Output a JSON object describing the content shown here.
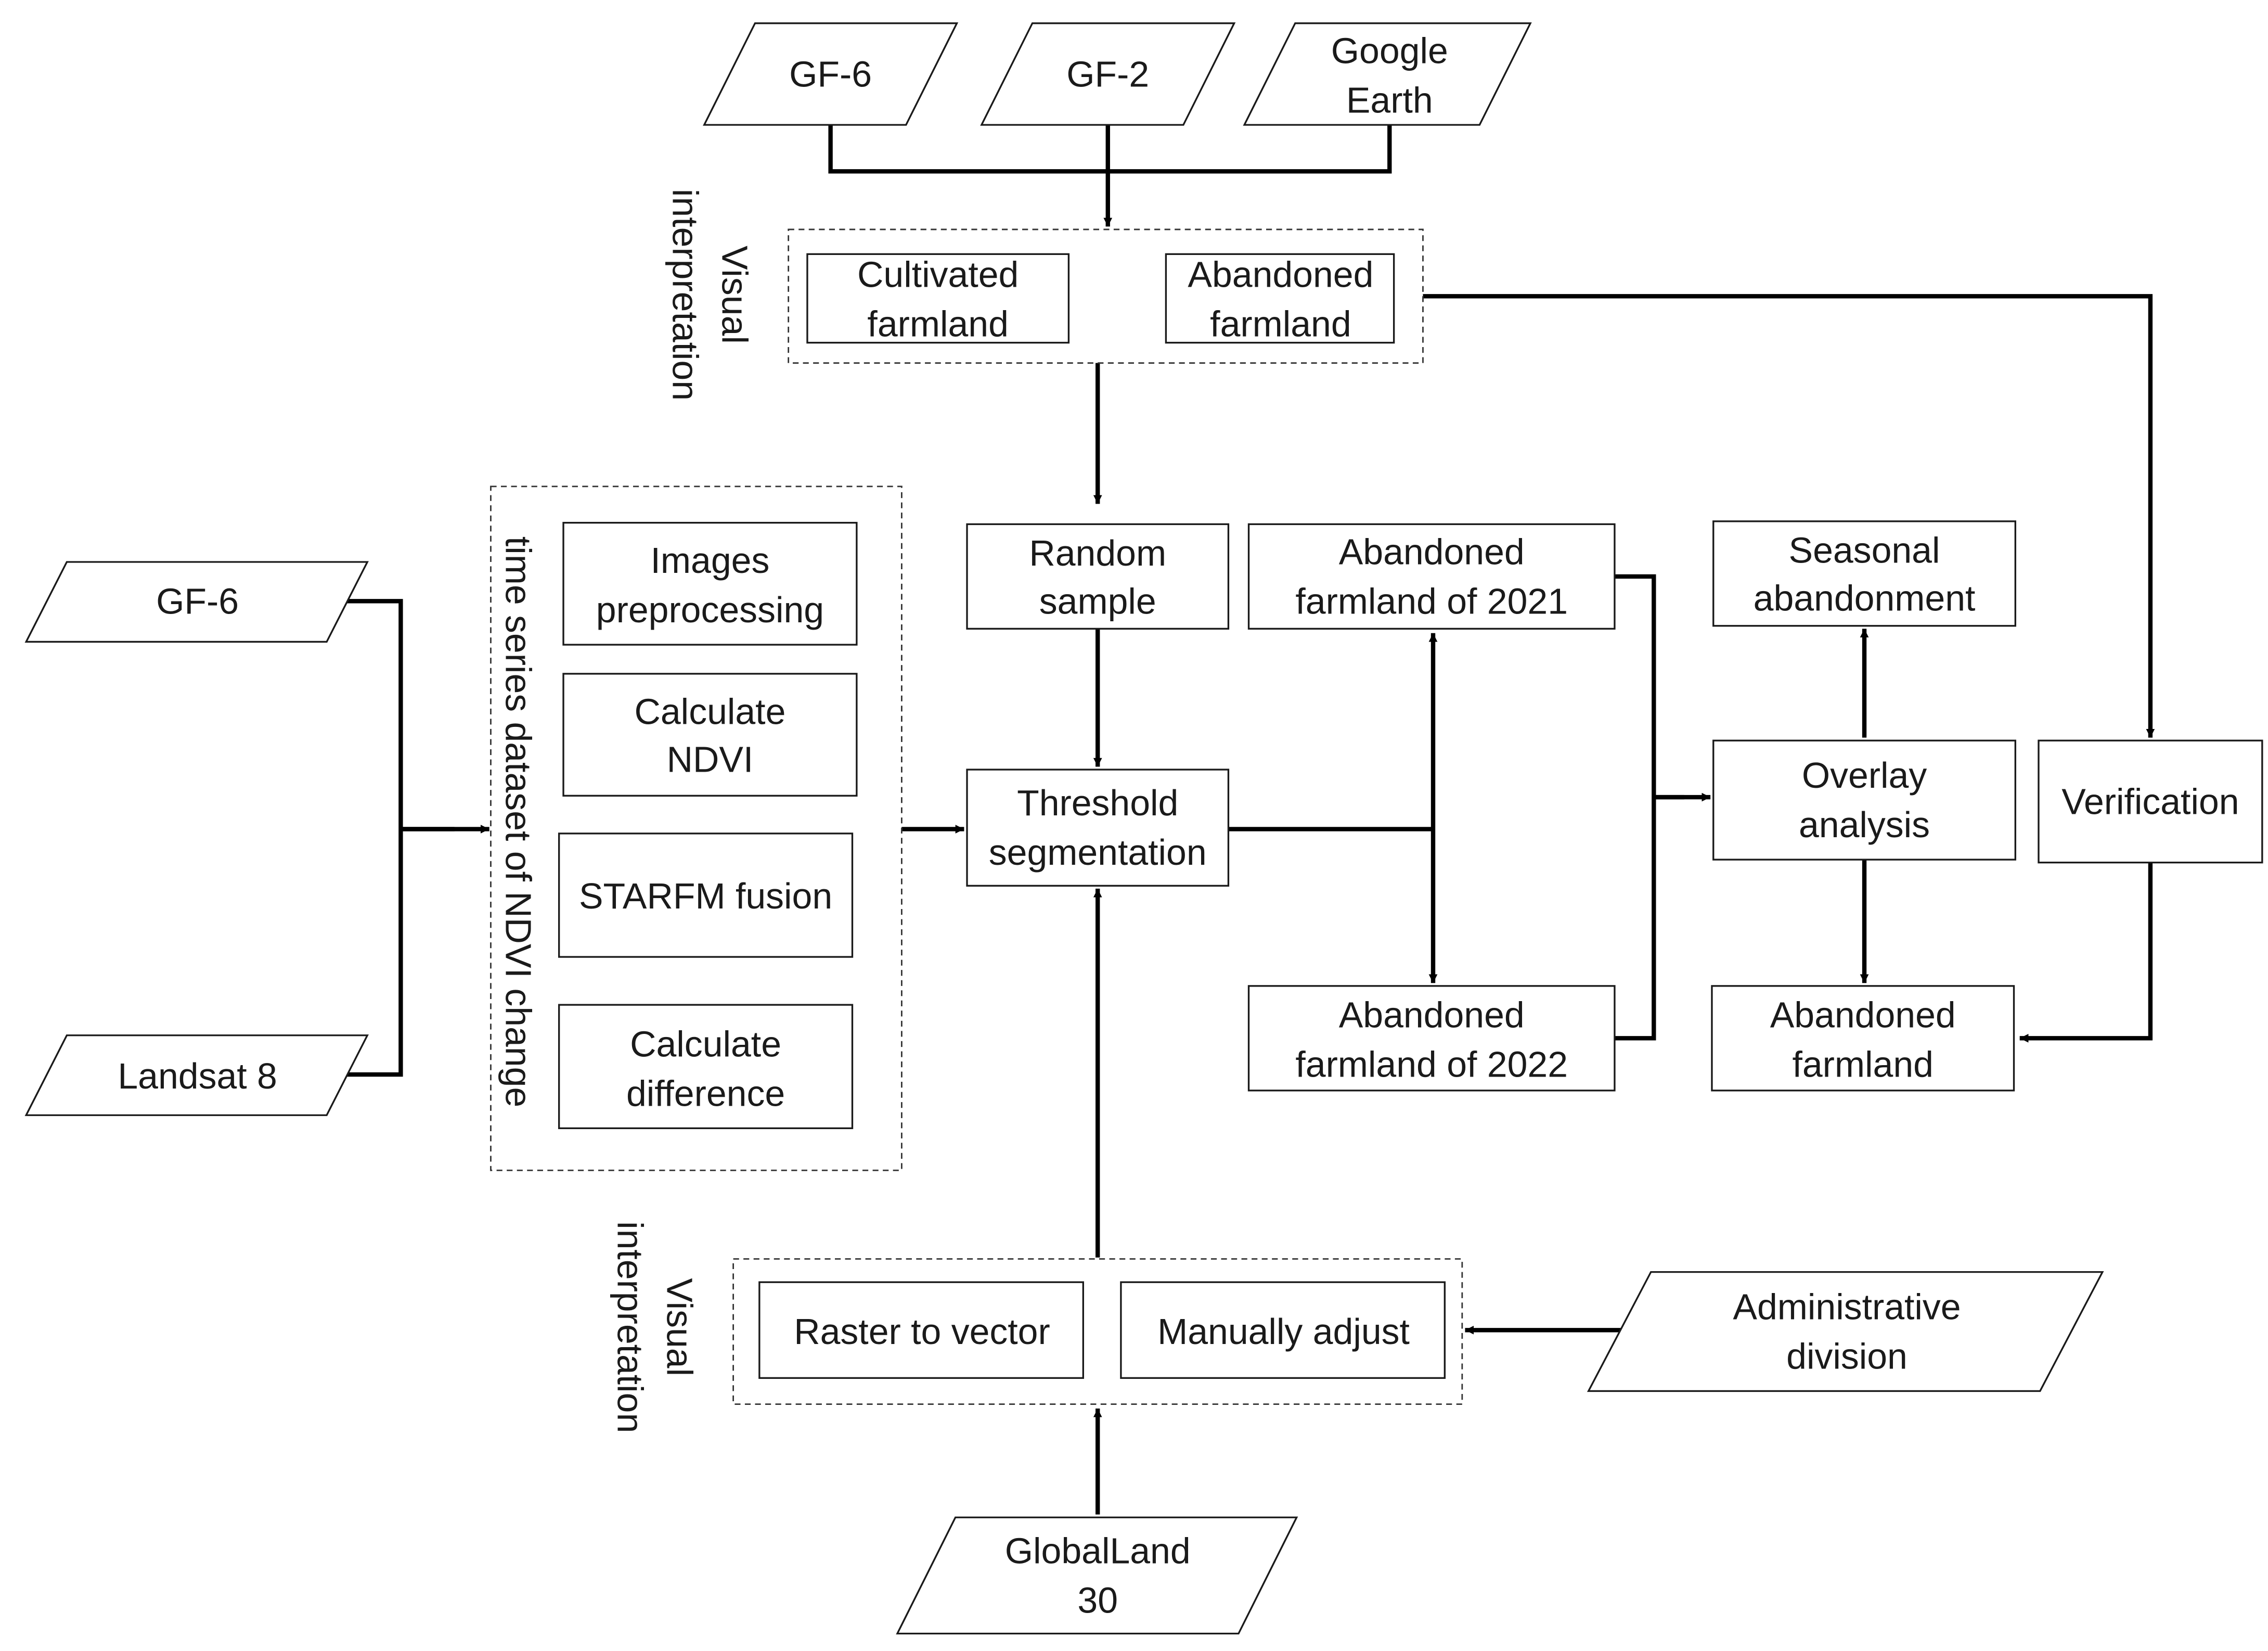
{
  "inputs": {
    "gf6_top": "GF-6",
    "gf2_top": "GF-2",
    "google_earth": [
      "Google",
      "Earth"
    ],
    "gf6_left": "GF-6",
    "landsat8": "Landsat 8",
    "administrative_division": [
      "Administrative",
      "division"
    ],
    "globalland30": [
      "GlobalLand",
      "30"
    ]
  },
  "visual_interpretation_label": [
    "Visual",
    "interpretation"
  ],
  "samples": {
    "cultivated_farmland": [
      "Cultivated",
      "farmland"
    ],
    "abandoned_farmland": [
      "Abandoned",
      "farmland"
    ]
  },
  "ndvi_dataset": {
    "title": "time series dataset of NDVI change",
    "steps": {
      "images_preprocessing": [
        "Images",
        "preprocessing"
      ],
      "calculate_ndvi": [
        "Calculate",
        "NDVI"
      ],
      "starfm_fusion": "STARFM fusion",
      "calculate_difference": [
        "Calculate",
        "difference"
      ]
    }
  },
  "process": {
    "random_sample": [
      "Random",
      "sample"
    ],
    "threshold_segmentation": [
      "Threshold",
      "segmentation"
    ],
    "abandoned_2021": [
      "Abandoned",
      "farmland of 2021"
    ],
    "abandoned_2022": [
      "Abandoned",
      "farmland of 2022"
    ],
    "seasonal_abandonment": [
      "Seasonal",
      "abandonment"
    ],
    "overlay_analysis": [
      "Overlay",
      "analysis"
    ],
    "abandoned_farmland": [
      "Abandoned",
      "farmland"
    ],
    "verification": "Verification"
  },
  "mask": {
    "raster_to_vector": "Raster to vector",
    "manually_adjust": "Manually adjust"
  }
}
